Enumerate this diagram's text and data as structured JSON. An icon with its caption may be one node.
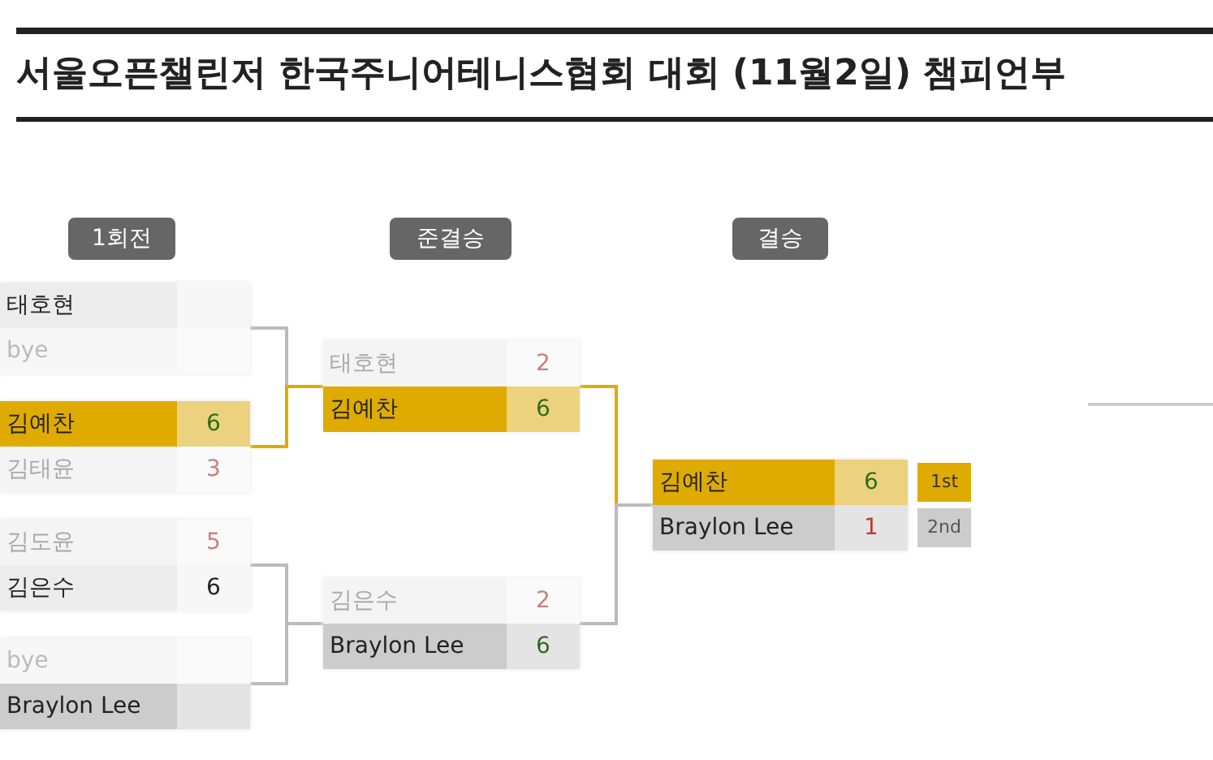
{
  "diagram": {
    "title": "서울오픈챌린저 한국주니어테니스협회 대회 (11월2일) 챔피언부",
    "nodes": [
      {
        "text": [],
        "shape": "box"
      },
      {
        "text": [
          "태호현"
        ],
        "in": 0
      },
      {
        "text": [
          "bye"
        ],
        "in": 0
      },
      {
        "text": [],
        "shape": "box"
      },
      {
        "text": [
          "김예찬",
          "6"
        ],
        "in": 3
      },
      {
        "text": [
          "김태윤",
          "3"
        ],
        "in": 3
      },
      {
        "text": [],
        "shape": "box"
      },
      {
        "text": [
          "김도윤",
          "5"
        ],
        "in": 6
      },
      {
        "text": [
          "김은수",
          "6"
        ],
        "in": 6
      },
      {
        "text": [],
        "shape": "box"
      },
      {
        "text": [
          "bye"
        ],
        "in": 9
      },
      {
        "text": [
          "Braylon Lee"
        ],
        "in": 9
      },
      {
        "text": [],
        "shape": "box"
      },
      {
        "text": [
          "태호현",
          "2"
        ],
        "in": 12
      },
      {
        "text": [
          "김예찬",
          "6"
        ],
        "in": 12
      },
      {
        "text": [],
        "shape": "box"
      },
      {
        "text": [
          "김은수",
          "2"
        ],
        "in": 15
      },
      {
        "text": [
          "Braylon Lee",
          "6"
        ],
        "in": 15
      },
      {
        "text": [],
        "shape": "box"
      },
      {
        "text": [
          "김예찬",
          "6"
        ],
        "in": 18,
        "beside": [
          "1st"
        ]
      },
      {
        "text": [
          "Braylon Lee",
          "1"
        ],
        "in": 18,
        "beside": [
          "2nd"
        ]
      }
    ],
    "edges": [
      {
        "from": 0,
        "to": 12,
        "arrow": "none"
      },
      {
        "from": 3,
        "to": 12,
        "arrow": "none",
        "color": "#dfab00"
      },
      {
        "from": 6,
        "to": 15,
        "arrow": "none"
      },
      {
        "from": 9,
        "to": 15,
        "arrow": "none"
      },
      {
        "from": 12,
        "to": 18,
        "arrow": "none",
        "color": "#dfab00"
      },
      {
        "from": 15,
        "to": 18,
        "arrow": "none"
      }
    ],
    "labels": [
      "1회전",
      "준결승",
      "결승"
    ]
  }
}
